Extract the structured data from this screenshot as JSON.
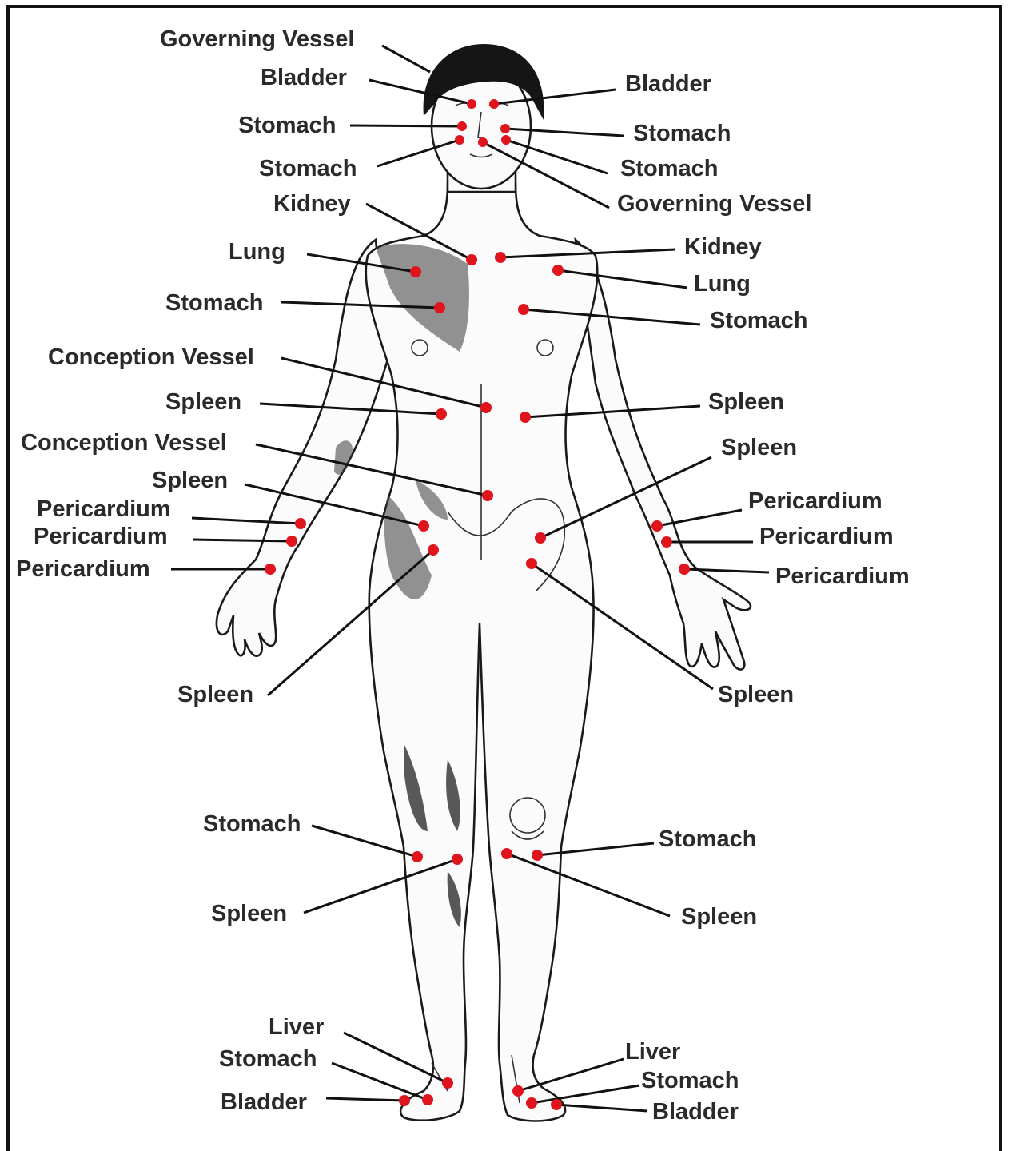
{
  "labels": {
    "l_gv_top": "Governing Vessel",
    "l_bl_l": "Bladder",
    "l_bl_r": "Bladder",
    "l_st_l1": "Stomach",
    "l_st_r1": "Stomach",
    "l_st_l2": "Stomach",
    "l_st_r2": "Stomach",
    "l_gv_r": "Governing Vessel",
    "l_ki_l": "Kidney",
    "l_ki_r": "Kidney",
    "l_lu_l": "Lung",
    "l_lu_r": "Lung",
    "l_st_l3": "Stomach",
    "l_st_r3": "Stomach",
    "l_cv1": "Conception Vessel",
    "l_sp_l1": "Spleen",
    "l_sp_r1": "Spleen",
    "l_cv2": "Conception Vessel",
    "l_sp_r2": "Spleen",
    "l_sp_l2": "Spleen",
    "l_pc_l1": "Pericardium",
    "l_pc_l2": "Pericardium",
    "l_pc_l3": "Pericardium",
    "l_pc_r1": "Pericardium",
    "l_pc_r2": "Pericardium",
    "l_pc_r3": "Pericardium",
    "l_sp_l3": "Spleen",
    "l_sp_r3": "Spleen",
    "l_st_l4": "Stomach",
    "l_st_r4": "Stomach",
    "l_sp_l4": "Spleen",
    "l_sp_r4": "Spleen",
    "l_lv_l": "Liver",
    "l_lv_r": "Liver",
    "l_st_l5": "Stomach",
    "l_st_r5": "Stomach",
    "l_bl_l2": "Bladder",
    "l_bl_r2": "Bladder"
  },
  "colors": {
    "point": "#e0141c",
    "line": "#111111",
    "text": "#2a2a2a"
  }
}
